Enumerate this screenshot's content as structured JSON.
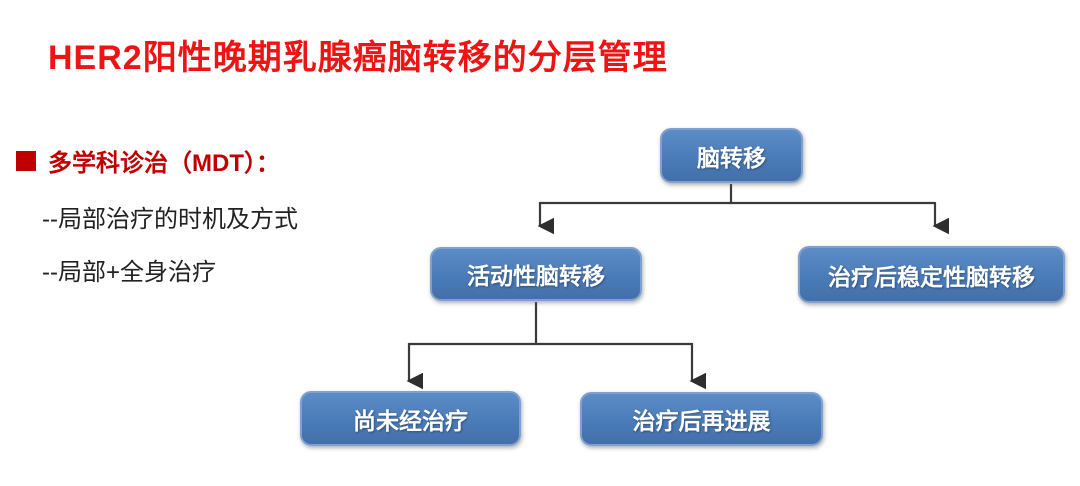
{
  "slide": {
    "title": "HER2阳性晚期乳腺癌脑转移的分层管理",
    "bullet_section": {
      "heading": "多学科诊治（MDT）：",
      "items": [
        "--局部治疗的时机及方式",
        "--局部+全身治疗"
      ]
    }
  },
  "flowchart": {
    "nodes": [
      {
        "id": "brain-metastasis",
        "label": "脑转移"
      },
      {
        "id": "active-brain-metastasis",
        "label": "活动性脑转移"
      },
      {
        "id": "stable-after-treatment",
        "label": "治疗后稳定性脑转移"
      },
      {
        "id": "untreated",
        "label": "尚未经治疗"
      },
      {
        "id": "progression-after-treatment",
        "label": "治疗后再进展"
      }
    ],
    "edges": [
      {
        "from": "brain-metastasis",
        "to": "active-brain-metastasis"
      },
      {
        "from": "brain-metastasis",
        "to": "stable-after-treatment"
      },
      {
        "from": "active-brain-metastasis",
        "to": "untreated"
      },
      {
        "from": "active-brain-metastasis",
        "to": "progression-after-treatment"
      }
    ]
  },
  "colors": {
    "title_red": "#ee1414",
    "bullet_red": "#c00000",
    "node_fill": "#4a7cb9",
    "node_border": "#7fa1ce",
    "connector": "#3a3a3a",
    "background": "#ffffff"
  }
}
